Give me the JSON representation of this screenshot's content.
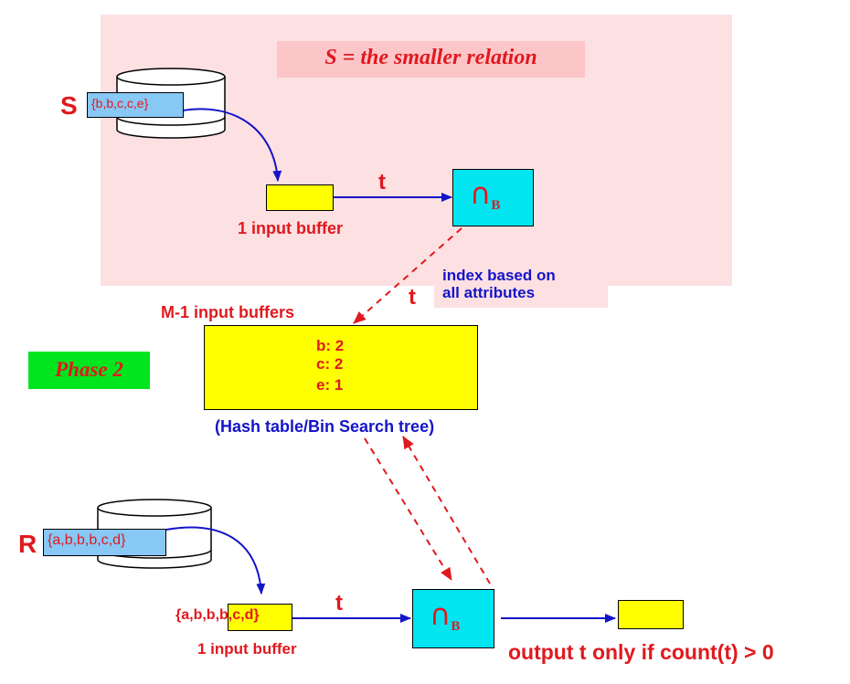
{
  "top_note": "S = the smaller relation",
  "s_section": {
    "relation_label": "S",
    "tuples": "{b,b,c,c,e}",
    "buffer_label": "1 input buffer",
    "arrow_label": "t",
    "op_symbol": "∩",
    "op_subscript": "B"
  },
  "index_note": "index based on\nall attributes",
  "transfer_label": "t",
  "hash_section": {
    "title": "M-1 input buffers",
    "entries": [
      "b: 2",
      "c: 2",
      "e: 1"
    ],
    "caption": "(Hash table/Bin Search tree)"
  },
  "phase_label": "Phase 2",
  "r_section": {
    "relation_label": "R",
    "tuples": "{a,b,b,b,c,d}",
    "buffer_tuples": "{a,b,b,b,c,d}",
    "buffer_label": "1 input buffer",
    "arrow_label": "t",
    "op_symbol": "∩",
    "op_subscript": "B",
    "output_text": "output t only if count(t) > 0"
  },
  "colors": {
    "panel": "#fde0e2",
    "buffer": "#ffff00",
    "operator": "#00e5f0",
    "chip": "#87c8f5",
    "phase": "#00e51e",
    "red": "#e0191e",
    "blue": "#1414c8"
  }
}
